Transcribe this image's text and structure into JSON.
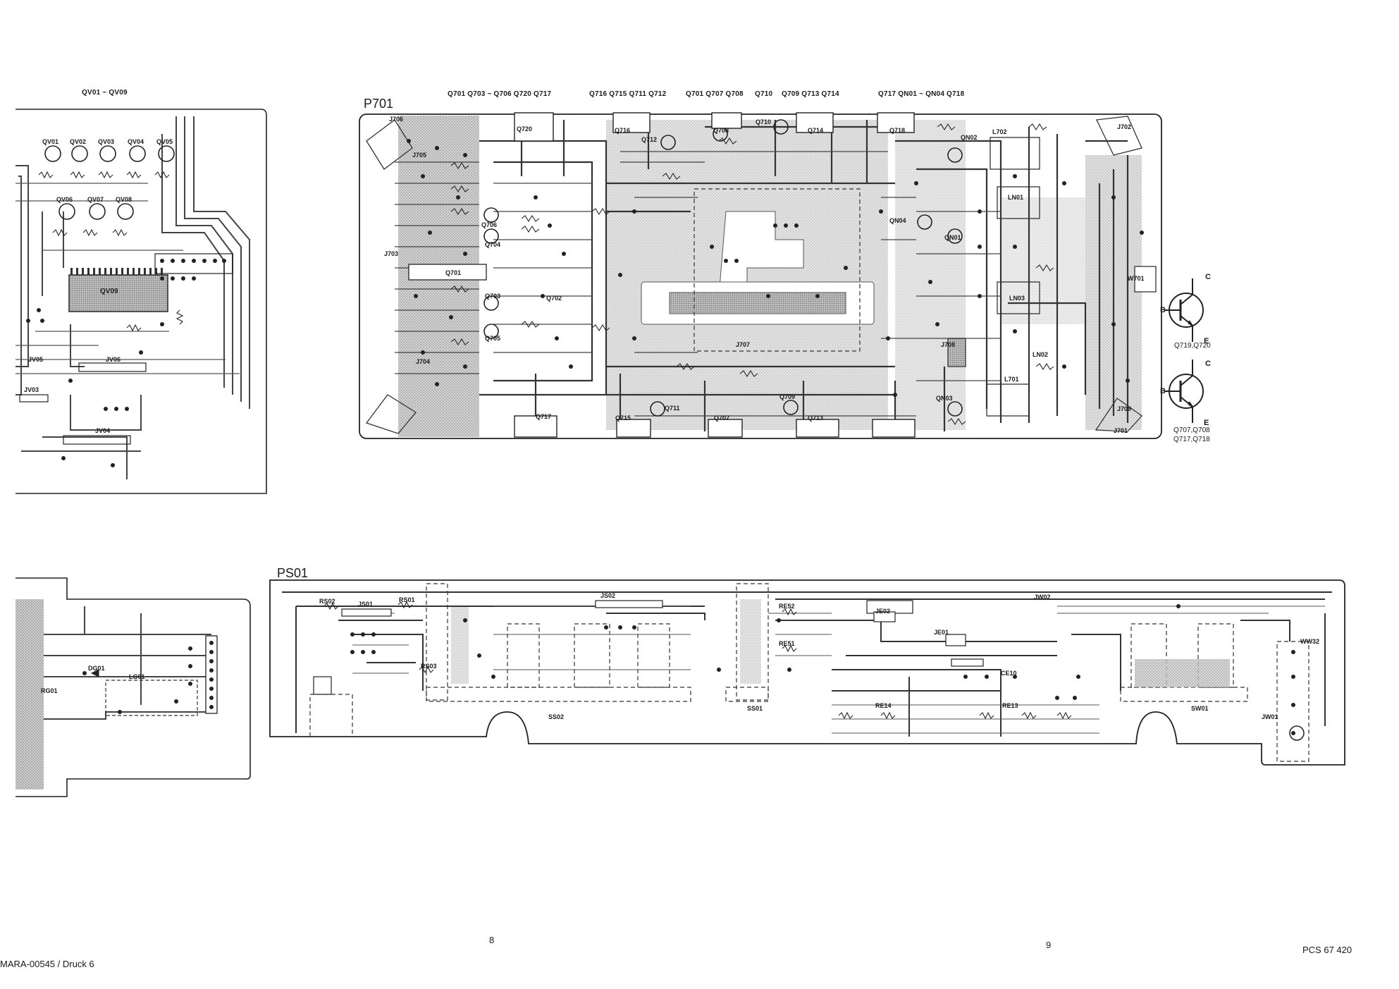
{
  "labels": {
    "left_top_header": "QV01 ~ QV09",
    "p701_title": "P701",
    "ps01_title": "PS01",
    "p701_headers": [
      "Q701  Q703 ~ Q706 Q720 Q717",
      "Q716 Q715  Q711  Q712",
      "Q701 Q707 Q708",
      "Q710",
      "Q709 Q713  Q714",
      "Q717 QN01 ~ QN04  Q718"
    ],
    "qv_row1": [
      "QV01",
      "QV02",
      "QV03",
      "QV04",
      "QV05"
    ],
    "qv_row2": [
      "QV06",
      "QV07",
      "QV08"
    ],
    "qv09": "QV09",
    "jv_labels": [
      "JV05",
      "JV06",
      "JV03",
      "JV04"
    ],
    "p701_parts": [
      "Q720",
      "Q716",
      "Q712",
      "Q708",
      "Q710",
      "Q714",
      "Q718",
      "QN02",
      "Q706",
      "Q704",
      "Q701",
      "Q703",
      "Q705",
      "Q702",
      "QN04",
      "QN01",
      "Q717",
      "Q715",
      "Q711",
      "Q707",
      "Q709",
      "Q713",
      "QN03",
      "L702",
      "LN01",
      "LN03",
      "LN02",
      "L701",
      "W701",
      "J706",
      "J705",
      "J703",
      "J704",
      "J707",
      "J708",
      "J702",
      "J709",
      "J701"
    ],
    "ps01_parts": [
      "RS02",
      "JS01",
      "RS01",
      "JS02",
      "RS03",
      "RE52",
      "RE51",
      "JE02",
      "JE01",
      "CE10",
      "JW02",
      "RE14",
      "RE13",
      "SS02",
      "SS01",
      "SW01",
      "JW01",
      "WW32",
      "DG01",
      "LG01",
      "RG01"
    ],
    "transistor_top_caption": "Q719,Q720",
    "transistor_bottom_caption": [
      "Q707,Q708",
      "Q717,Q718"
    ],
    "pin_b": "B",
    "pin_c": "C",
    "pin_e": "E",
    "footer_left": "MARA-00545 / Druck 6",
    "page_left": "8",
    "page_right": "9",
    "footer_right": "PCS 67 420"
  }
}
